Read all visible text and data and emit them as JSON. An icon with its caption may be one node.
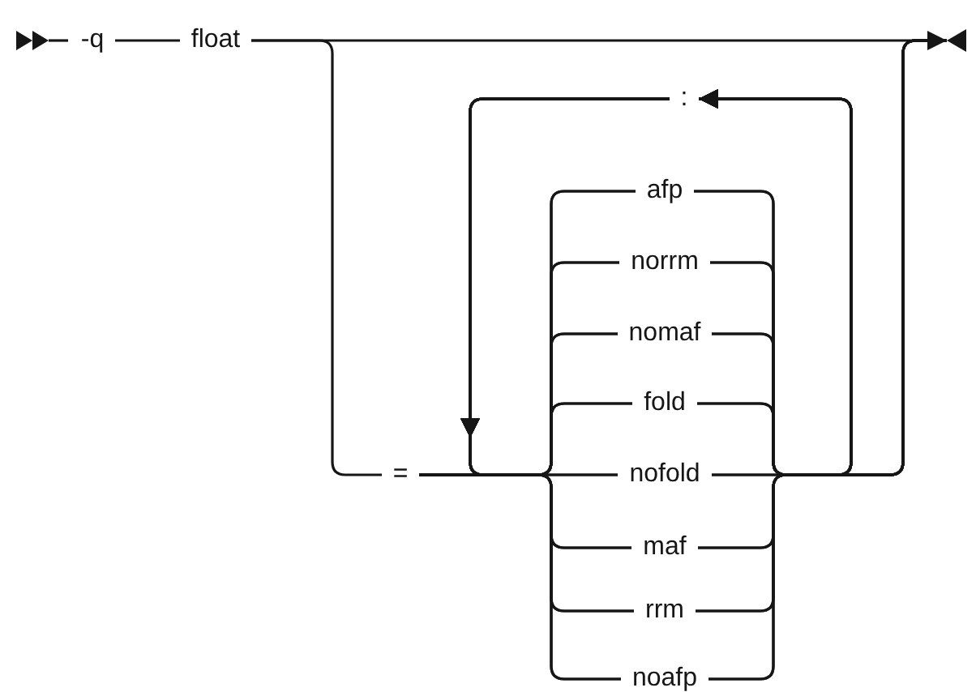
{
  "diagram": {
    "nodes": [
      {
        "text": [
          "-q"
        ]
      },
      {
        "text": [
          "float"
        ]
      },
      {
        "text": [],
        "shape": "triangle"
      },
      {
        "text": [
          ":"
        ]
      },
      {
        "text": [
          "afp"
        ]
      },
      {
        "text": [
          "norrm"
        ]
      },
      {
        "text": [
          "nomaf"
        ]
      },
      {
        "text": [
          "fold"
        ]
      },
      {
        "text": [
          "nofold"
        ]
      },
      {
        "text": [
          "maf"
        ]
      },
      {
        "text": [
          "rrm"
        ]
      },
      {
        "text": [
          "noafp"
        ]
      },
      {
        "text": [
          "="
        ]
      }
    ],
    "edges": [
      {
        "from": 0,
        "to": 1,
        "arrow": "none"
      },
      {
        "from": 1,
        "to": 2,
        "arrow": "to"
      },
      {
        "from": 1,
        "to": 12,
        "arrow": "none"
      },
      {
        "from": 12,
        "to": 4,
        "arrow": "none"
      },
      {
        "from": 12,
        "to": 5,
        "arrow": "none"
      },
      {
        "from": 12,
        "to": 6,
        "arrow": "none"
      },
      {
        "from": 12,
        "to": 7,
        "arrow": "none"
      },
      {
        "from": 12,
        "to": 8,
        "arrow": "none"
      },
      {
        "from": 12,
        "to": 9,
        "arrow": "none"
      },
      {
        "from": 12,
        "to": 10,
        "arrow": "none"
      },
      {
        "from": 12,
        "to": 11,
        "arrow": "none"
      },
      {
        "from": 4,
        "to": 2,
        "arrow": "none"
      },
      {
        "from": 5,
        "to": 2,
        "arrow": "none"
      },
      {
        "from": 6,
        "to": 2,
        "arrow": "none"
      },
      {
        "from": 7,
        "to": 2,
        "arrow": "none"
      },
      {
        "from": 8,
        "to": 2,
        "arrow": "none"
      },
      {
        "from": 9,
        "to": 2,
        "arrow": "none"
      },
      {
        "from": 10,
        "to": 2,
        "arrow": "none"
      },
      {
        "from": 11,
        "to": 2,
        "arrow": "none"
      },
      {
        "from": 4,
        "to": 3,
        "arrow": "to"
      },
      {
        "from": 5,
        "to": 3,
        "arrow": "to"
      },
      {
        "from": 6,
        "to": 3,
        "arrow": "to"
      },
      {
        "from": 7,
        "to": 3,
        "arrow": "to"
      },
      {
        "from": 8,
        "to": 3,
        "arrow": "to"
      },
      {
        "from": 9,
        "to": 3,
        "arrow": "to"
      },
      {
        "from": 10,
        "to": 3,
        "arrow": "to"
      },
      {
        "from": 11,
        "to": 3,
        "arrow": "to"
      },
      {
        "from": 3,
        "to": 4,
        "arrow": "to"
      },
      {
        "from": 3,
        "to": 5,
        "arrow": "to"
      },
      {
        "from": 3,
        "to": 6,
        "arrow": "to"
      },
      {
        "from": 3,
        "to": 7,
        "arrow": "to"
      },
      {
        "from": 3,
        "to": 8,
        "arrow": "to"
      },
      {
        "from": 3,
        "to": 9,
        "arrow": "to"
      },
      {
        "from": 3,
        "to": 10,
        "arrow": "to"
      },
      {
        "from": 3,
        "to": 11,
        "arrow": "to"
      }
    ]
  }
}
